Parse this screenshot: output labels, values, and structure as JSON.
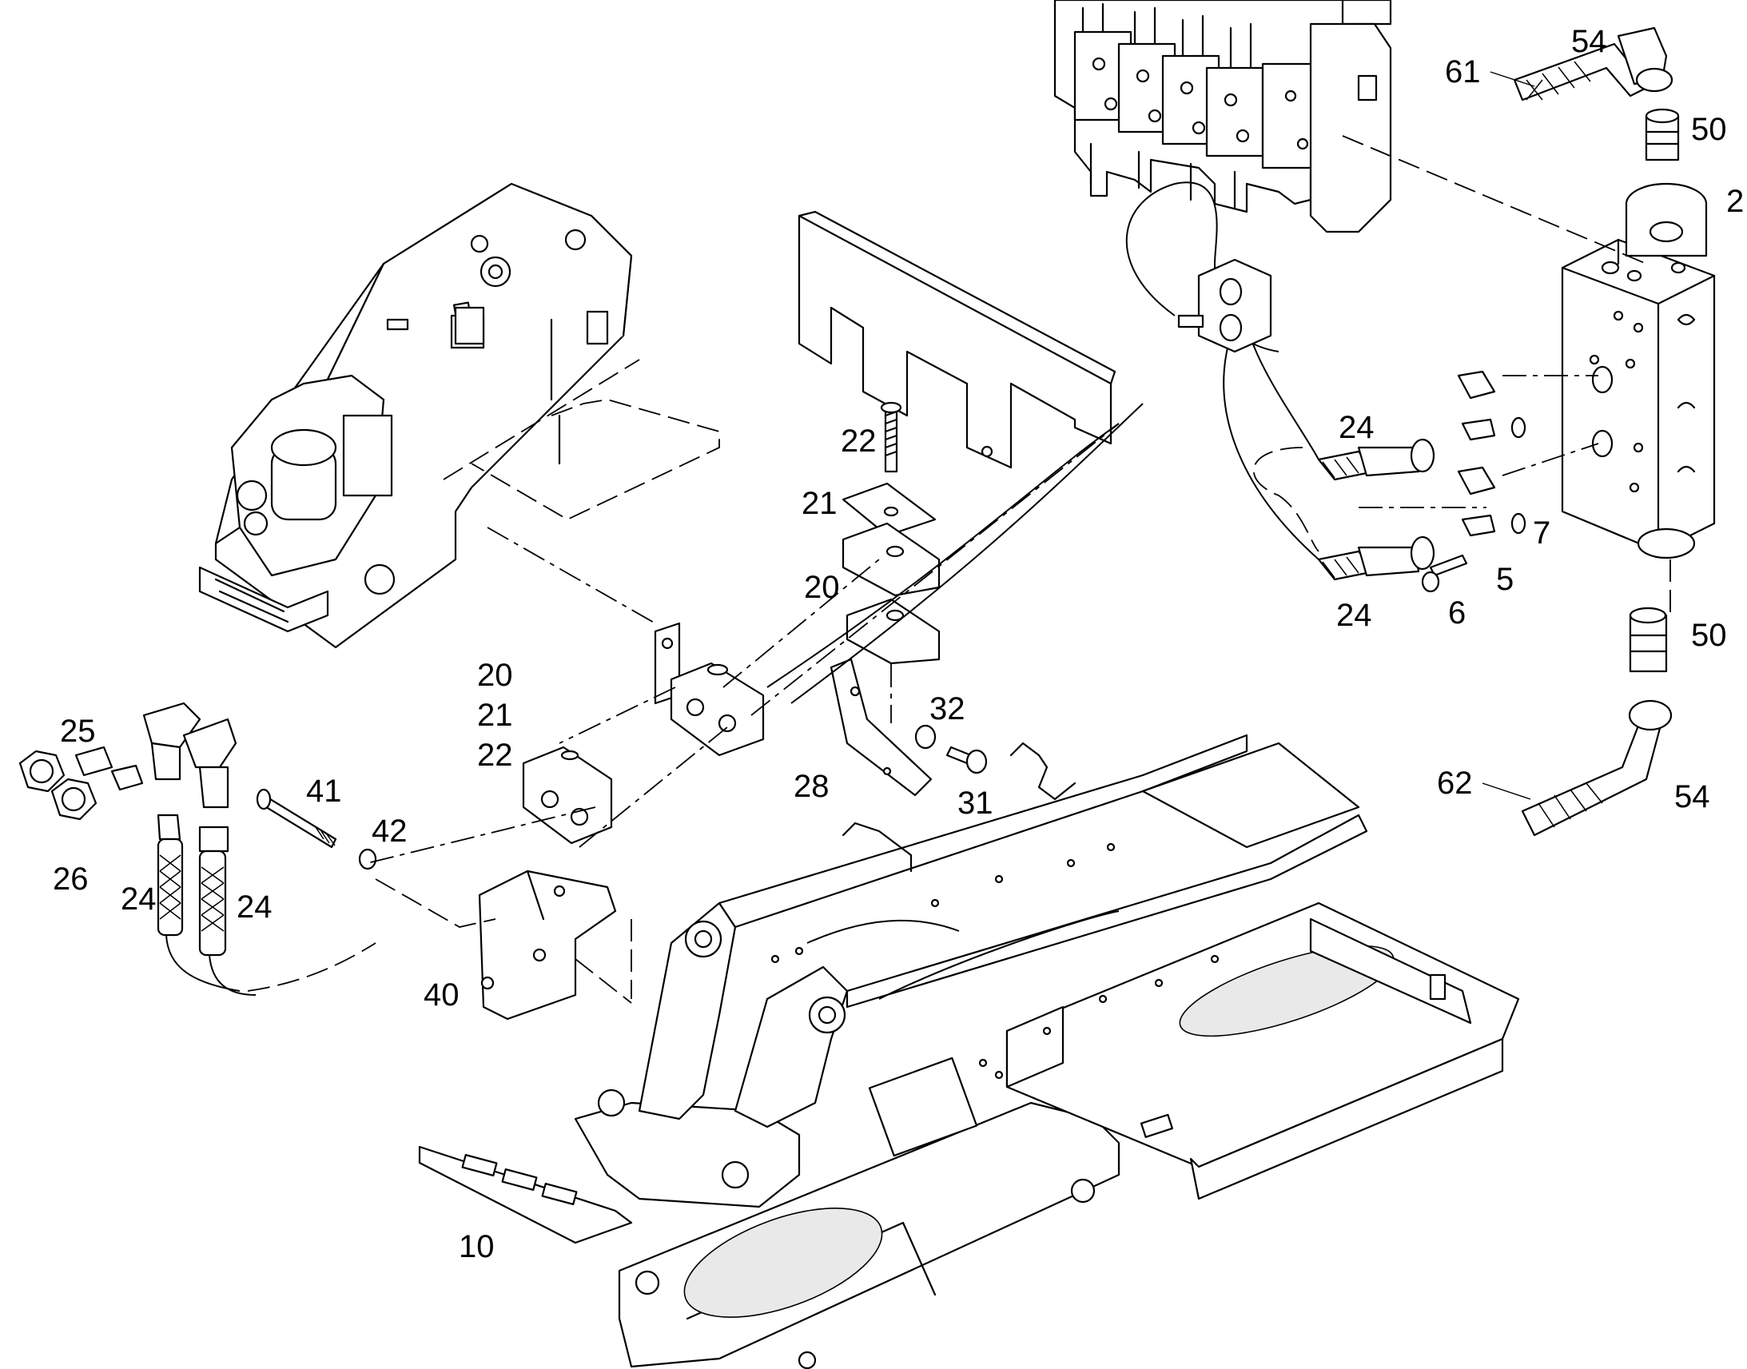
{
  "diagram": {
    "callouts": [
      {
        "id": "c54-top",
        "label": "54"
      },
      {
        "id": "c61",
        "label": "61"
      },
      {
        "id": "c50-top",
        "label": "50"
      },
      {
        "id": "c2",
        "label": "2"
      },
      {
        "id": "c22-top",
        "label": "22"
      },
      {
        "id": "c21-top",
        "label": "21"
      },
      {
        "id": "c20-top",
        "label": "20"
      },
      {
        "id": "c24-right-upper",
        "label": "24"
      },
      {
        "id": "c7",
        "label": "7"
      },
      {
        "id": "c5",
        "label": "5"
      },
      {
        "id": "c6",
        "label": "6"
      },
      {
        "id": "c24-right-lower",
        "label": "24"
      },
      {
        "id": "c50-bottom",
        "label": "50"
      },
      {
        "id": "c62",
        "label": "62"
      },
      {
        "id": "c54-bottom",
        "label": "54"
      },
      {
        "id": "c32",
        "label": "32"
      },
      {
        "id": "c31",
        "label": "31"
      },
      {
        "id": "c28",
        "label": "28"
      },
      {
        "id": "c20-left",
        "label": "20"
      },
      {
        "id": "c21-left",
        "label": "21"
      },
      {
        "id": "c22-left",
        "label": "22"
      },
      {
        "id": "c41",
        "label": "41"
      },
      {
        "id": "c42",
        "label": "42"
      },
      {
        "id": "c25",
        "label": "25"
      },
      {
        "id": "c26",
        "label": "26"
      },
      {
        "id": "c24-left-a",
        "label": "24"
      },
      {
        "id": "c24-left-b",
        "label": "24"
      },
      {
        "id": "c40",
        "label": "40"
      },
      {
        "id": "c10",
        "label": "10"
      }
    ]
  }
}
